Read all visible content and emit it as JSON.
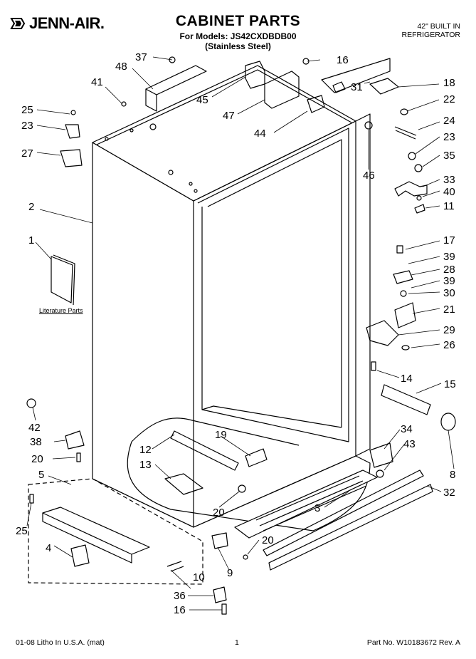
{
  "header": {
    "brand": "JENN-AIR.",
    "title": "CABINET PARTS",
    "models_line1": "For Models: JS42CXDBDB00",
    "models_line2": "(Stainless Steel)",
    "product_line1": "42\" BUILT IN",
    "product_line2": "REFRIGERATOR"
  },
  "callouts": [
    "37",
    "48",
    "41",
    "45",
    "16",
    "31",
    "18",
    "22",
    "25",
    "23",
    "27",
    "47",
    "44",
    "24",
    "23",
    "35",
    "46",
    "2",
    "33",
    "40",
    "11",
    "1",
    "17",
    "39",
    "28",
    "39",
    "30",
    "21",
    "29",
    "26",
    "14",
    "15",
    "42",
    "38",
    "20",
    "19",
    "12",
    "13",
    "34",
    "43",
    "8",
    "5",
    "20",
    "3",
    "32",
    "25",
    "4",
    "20",
    "9",
    "10",
    "36",
    "16"
  ],
  "literature_label": "Literature Parts",
  "footer": {
    "left": "01-08 Litho In U.S.A. (mat)",
    "page": "1",
    "part_no": "Part No. W10183672 Rev. A"
  }
}
